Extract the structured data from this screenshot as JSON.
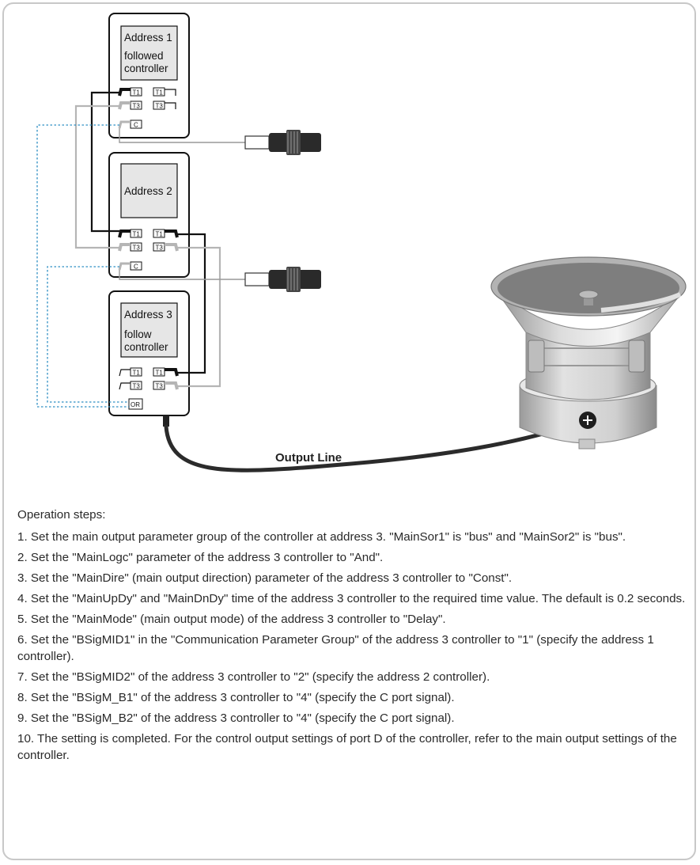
{
  "diagram": {
    "controllers": [
      {
        "lines": [
          "Address 1",
          "followed",
          "controller"
        ],
        "ports": [
          "T1",
          "T3",
          "C",
          "T1",
          "T3"
        ]
      },
      {
        "lines": [
          "Address 2"
        ],
        "ports": [
          "T1",
          "T3",
          "C",
          "T1",
          "T3"
        ]
      },
      {
        "lines": [
          "Address 3",
          "follow",
          "controller"
        ],
        "ports": [
          "T1",
          "T3",
          "OR",
          "T1",
          "T3"
        ]
      }
    ],
    "output_line_label": "Output Line",
    "colors": {
      "bus_black": "#111111",
      "bus_gray": "#b5b5b5",
      "signal_dashed": "#2f8fc4"
    }
  },
  "instructions": {
    "heading": "Operation steps:",
    "steps": [
      "1. Set the main output parameter group of the controller at address 3. \"MainSor1\" is \"bus\" and \"MainSor2\" is \"bus\".",
      "2. Set the \"MainLogc\" parameter of the address 3 controller to \"And\".",
      "3. Set the \"MainDire\" (main output direction) parameter of the address 3 controller to \"Const\".",
      "4. Set the \"MainUpDy\" and \"MainDnDy\" time of the address 3 controller to the required time value. The default is 0.2 seconds.",
      "5. Set the \"MainMode\" (main output mode) of the address 3 controller to \"Delay\".",
      "6. Set the \"BSigMID1\" in the \"Communication Parameter Group\" of the address 3 controller to \"1\" (specify the address 1 controller).",
      "7. Set the \"BSigMID2\" of the address 3 controller to \"2\" (specify the address 2 controller).",
      "8. Set the \"BSigM_B1\" of the address 3 controller to \"4\" (specify the C port signal).",
      "9. Set the \"BSigM_B2\" of the address 3 controller to \"4\" (specify the C port signal).",
      "10. The setting is completed. For the control output settings of port D of the controller, refer to the main output settings of the controller."
    ]
  }
}
